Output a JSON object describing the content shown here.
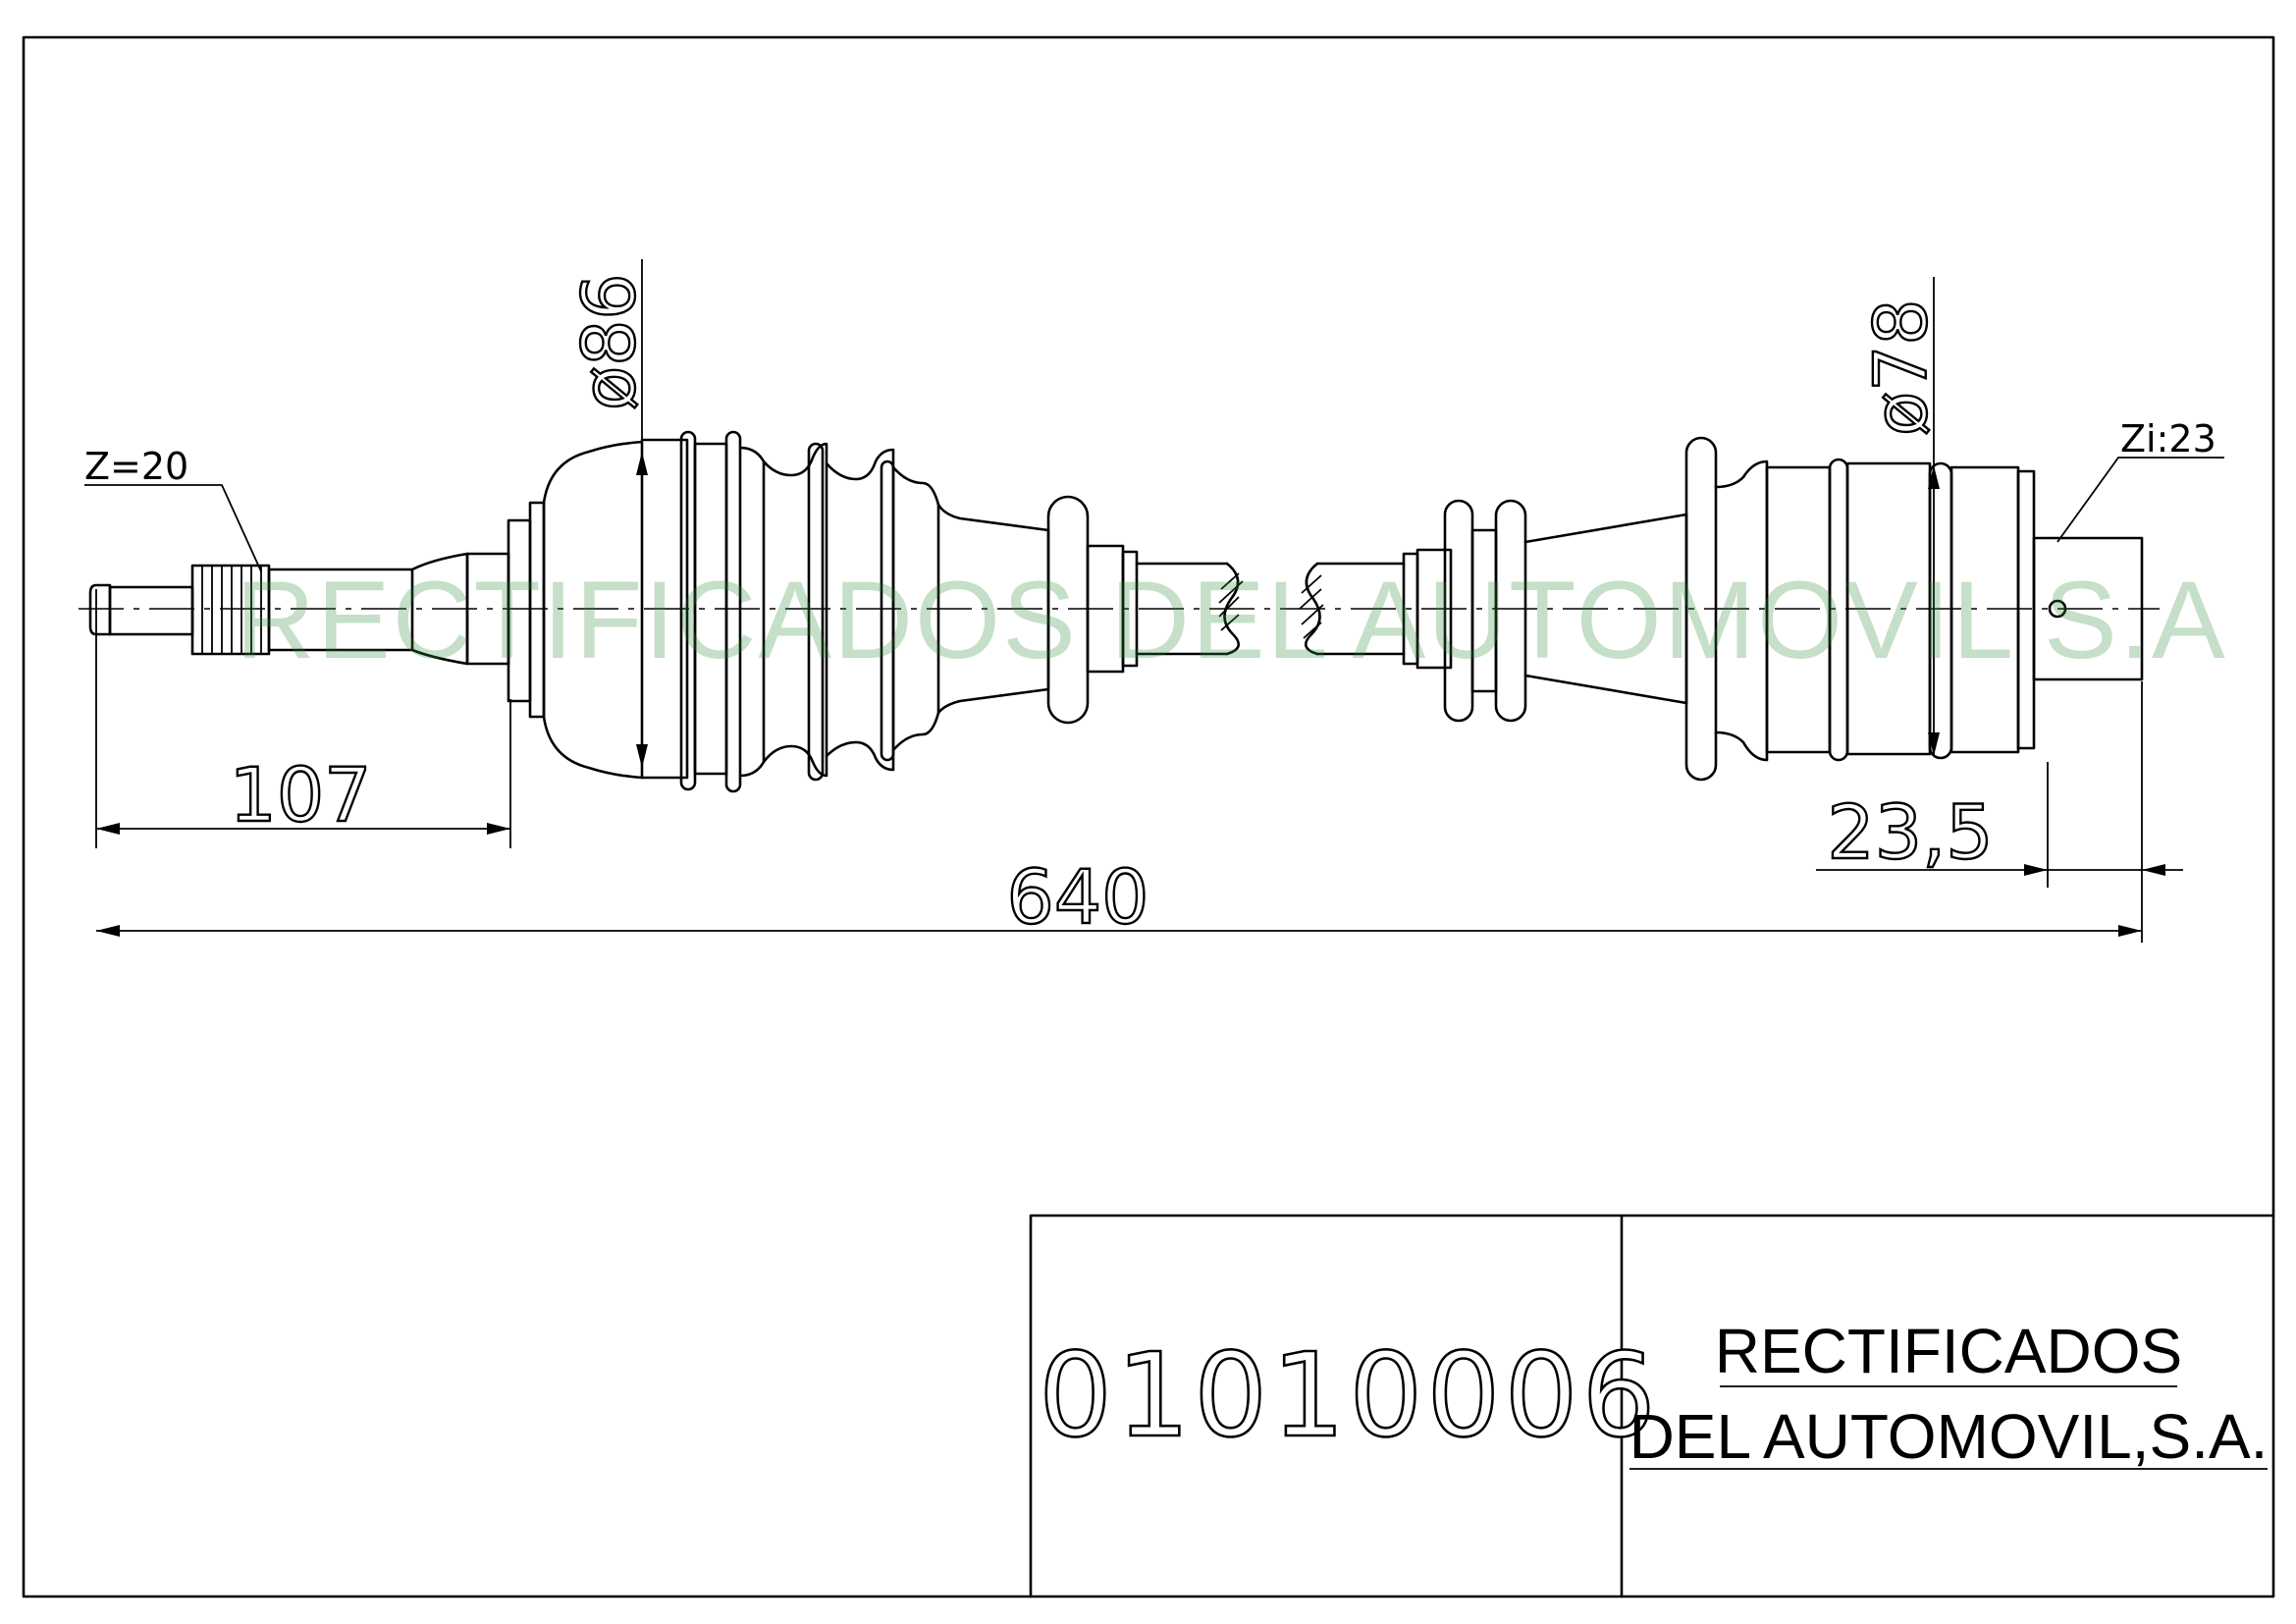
{
  "drawing": {
    "watermark": "RECTIFICADOS DEL AUTOMOVIL S.A",
    "labels": {
      "spline_outer": "Z=20",
      "spline_inner": "Zi:23",
      "diameter_left": "ø86",
      "diameter_right": "ø78"
    },
    "dimensions": {
      "first_section": "107",
      "overall_length": "640",
      "end_offset": "23,5"
    }
  },
  "title_block": {
    "part_number": "01010006",
    "company_line1": "RECTIFICADOS",
    "company_line2": "DEL AUTOMOVIL,S.A."
  }
}
